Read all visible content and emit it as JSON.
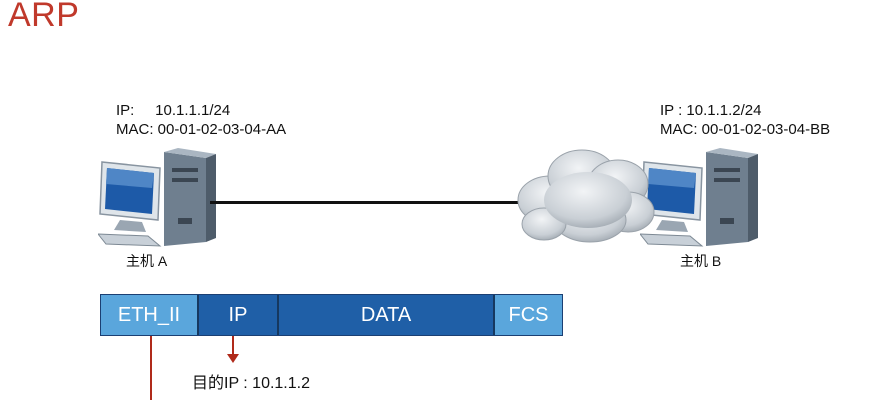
{
  "title": "ARP",
  "host_a": {
    "ip_line": "IP:     10.1.1.1/24",
    "mac_line": "MAC: 00-01-02-03-04-AA",
    "name": "主机 A"
  },
  "host_b": {
    "ip_line": "IP : 10.1.1.2/24",
    "mac_line": "MAC: 00-01-02-03-04-BB",
    "name": "主机 B"
  },
  "frame": {
    "eth": "ETH_II",
    "ip": "IP",
    "data": "DATA",
    "fcs": "FCS"
  },
  "destination_label": "目的IP : 10.1.1.2",
  "colors": {
    "title": "#c0392b",
    "frame_light": "#5aa6dc",
    "frame_dark": "#1f5fa7",
    "arrow": "#b02a1a"
  }
}
